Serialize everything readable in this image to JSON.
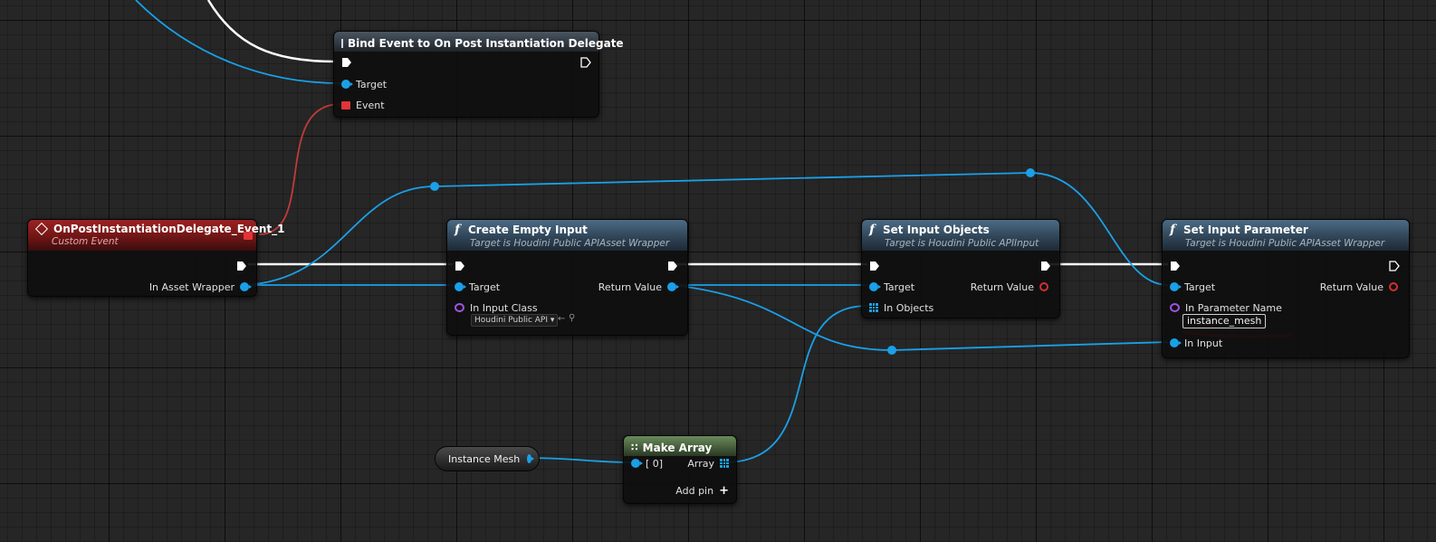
{
  "bind_node": {
    "title": "Bind Event to On Post Instantiation Delegate",
    "pins": {
      "target": "Target",
      "event": "Event"
    }
  },
  "event_node": {
    "title": "OnPostInstantiationDelegate_Event_1",
    "subtitle": "Custom Event",
    "pins": {
      "in_asset_wrapper": "In Asset Wrapper"
    }
  },
  "create_node": {
    "title": "Create Empty Input",
    "subtitle": "Target is Houdini Public APIAsset Wrapper",
    "pins": {
      "target": "Target",
      "in_input_class": "In Input Class",
      "return_value": "Return Value"
    },
    "class_value": "Houdini Public API"
  },
  "set_objects_node": {
    "title": "Set Input Objects",
    "subtitle": "Target is Houdini Public APIInput",
    "pins": {
      "target": "Target",
      "in_objects": "In Objects",
      "return_value": "Return Value"
    }
  },
  "set_param_node": {
    "title": "Set Input Parameter",
    "subtitle": "Target is Houdini Public APIAsset Wrapper",
    "pins": {
      "target": "Target",
      "in_parameter_name": "In Parameter Name",
      "in_input": "In Input",
      "return_value": "Return Value"
    },
    "parameter_name_value": "instance_mesh"
  },
  "make_array_node": {
    "title": "Make Array",
    "pins": {
      "index0": "[ 0]",
      "array": "Array",
      "add_pin": "Add pin"
    }
  },
  "variable_node": {
    "label": "Instance Mesh"
  },
  "colors": {
    "exec_wire": "#ffffff",
    "object_wire": "#1aa0e8",
    "delegate_wire": "#c23a3a",
    "annotation": "#e11515"
  },
  "icons": {
    "bind_header": "event-dispatcher-icon",
    "event_header": "custom-event-icon",
    "function_header": "function-icon",
    "make_array_header": "make-array-icon"
  }
}
